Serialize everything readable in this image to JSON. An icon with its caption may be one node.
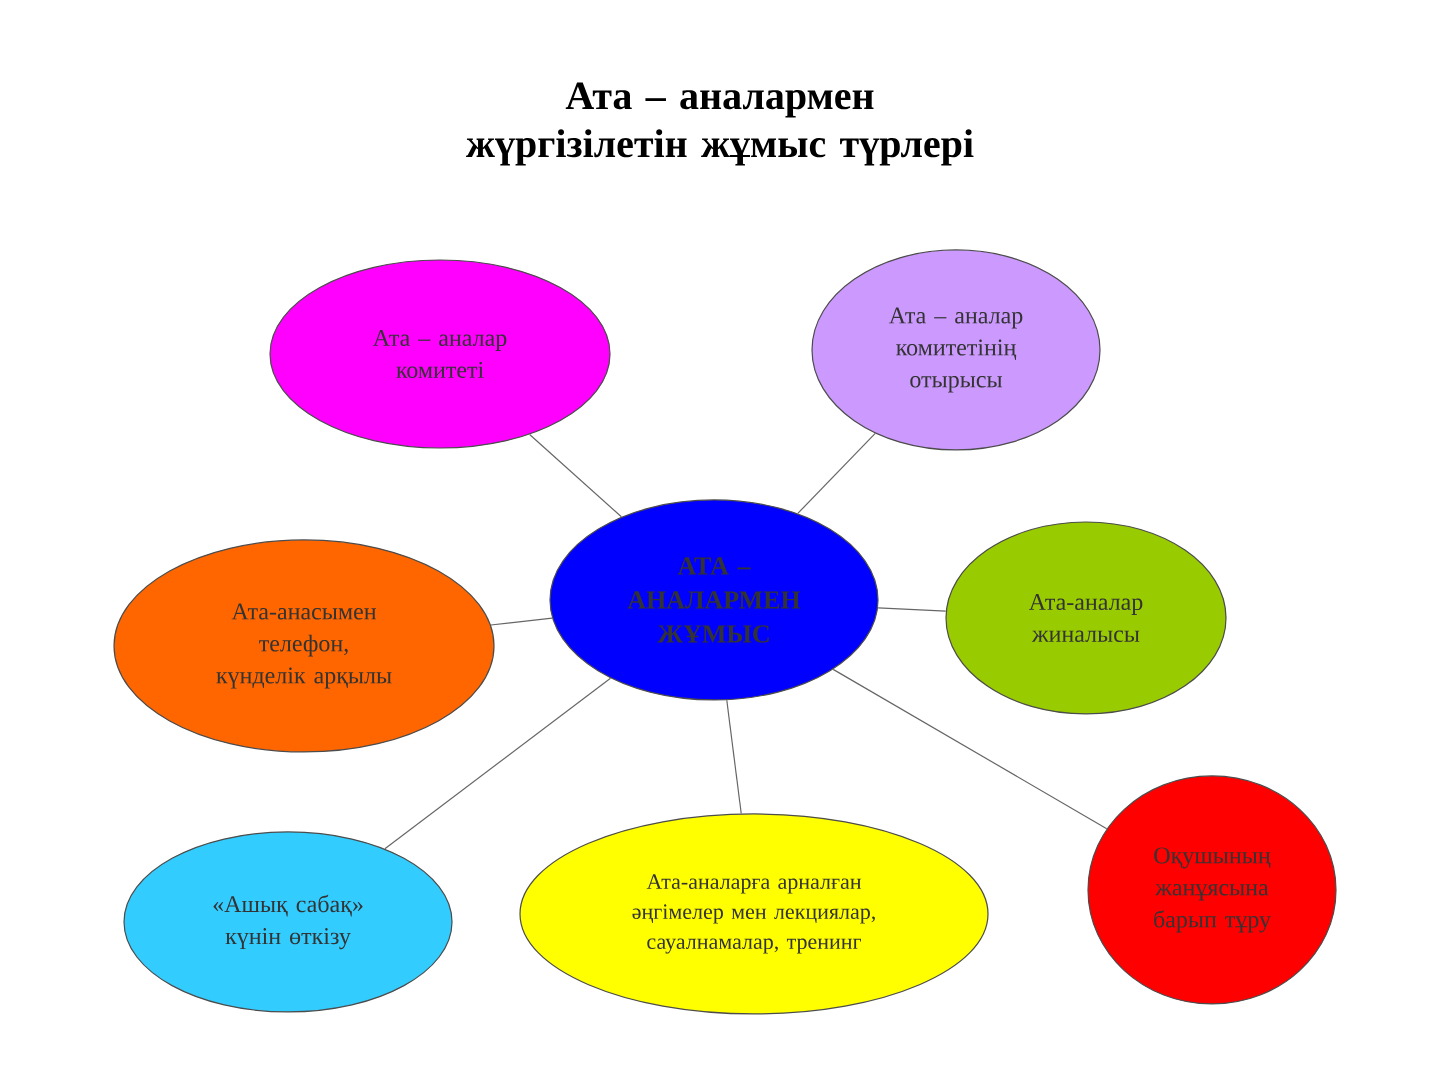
{
  "diagram": {
    "title": "Ата – аналармен жүргізілетін жұмыс түрлері",
    "nodes": [
      {
        "text": [
          "АТА – АНАЛАРМЕН ЖҰМЫС"
        ]
      },
      {
        "text": [
          "Ата – аналар комитеті"
        ]
      },
      {
        "text": [
          "Ата – аналар комитетінің отырысы"
        ]
      },
      {
        "text": [
          "Ата-аналар жиналысы"
        ]
      },
      {
        "text": [
          "Ата-анасымен телефон, күнделік арқылы"
        ]
      },
      {
        "text": [
          "Оқушының жанұясына барып тұру"
        ]
      },
      {
        "text": [
          "«Ашық сабақ» күнін өткізу"
        ]
      },
      {
        "text": [
          "Ата-аналарға арналған әңгімелер мен лекциялар, сауалнамалар, тренинг"
        ]
      }
    ],
    "edges": [
      {
        "from": 0,
        "to": 1,
        "arrow": "none"
      },
      {
        "from": 0,
        "to": 2,
        "arrow": "none"
      },
      {
        "from": 0,
        "to": 3,
        "arrow": "none"
      },
      {
        "from": 0,
        "to": 4,
        "arrow": "none"
      },
      {
        "from": 0,
        "to": 5,
        "arrow": "none"
      },
      {
        "from": 0,
        "to": 6,
        "arrow": "none"
      },
      {
        "from": 0,
        "to": 7,
        "arrow": "none"
      }
    ]
  }
}
